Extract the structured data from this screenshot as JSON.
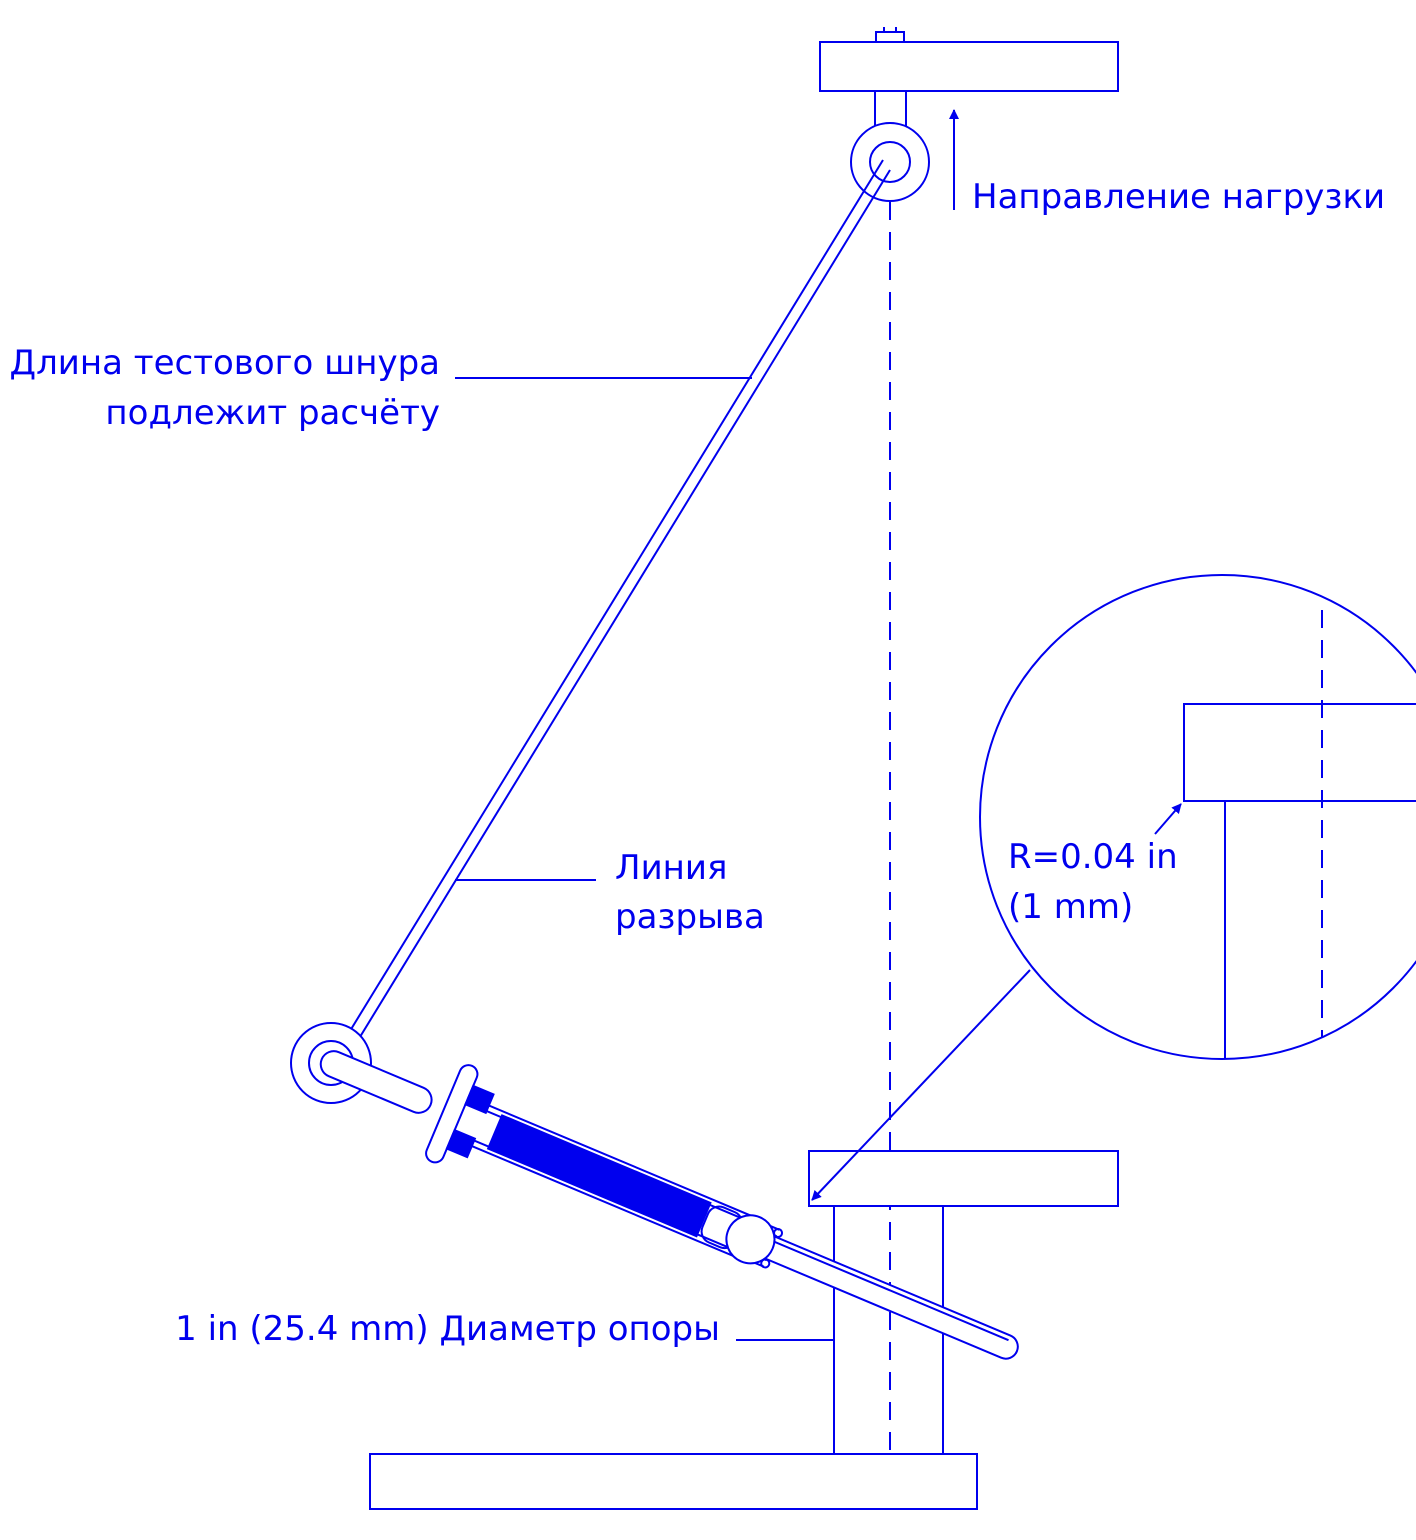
{
  "colors": {
    "ink": "#0000ee",
    "background": "#ffffff"
  },
  "labels": {
    "load_direction": "Направление нагрузки",
    "cord_length_line1": "Длина тестового шнура",
    "cord_length_line2": "подлежит расчёту",
    "break_line_line1": "Линия",
    "break_line_line2": "разрыва",
    "radius_line1": "R=0.04 in",
    "radius_line2": "(1 mm)",
    "support_diameter": "1 in (25.4 mm) Диаметр опоры"
  }
}
